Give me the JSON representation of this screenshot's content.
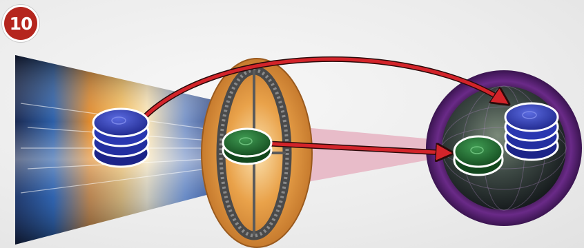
{
  "step": {
    "number": "10"
  },
  "colors": {
    "badge": "#b5261e",
    "arrow": "#d3242a",
    "blue_token": "#2b37a8",
    "green_token": "#1e6b2e",
    "planet_ring": "#5a1f73",
    "gate_ring": "#e0943a"
  },
  "icons": {
    "start_zone": "hyperspace-streak-tile",
    "gate": "warp-gate-ring",
    "destination": "planet-disc",
    "tokens": [
      "blue-token-stack",
      "green-token",
      "green-token",
      "blue-token-stack"
    ],
    "arrows": [
      "move-arrow-blue-stack",
      "move-arrow-green-token"
    ]
  },
  "tokens": {
    "blue_stack_count": 3,
    "green_single_count": 1
  }
}
